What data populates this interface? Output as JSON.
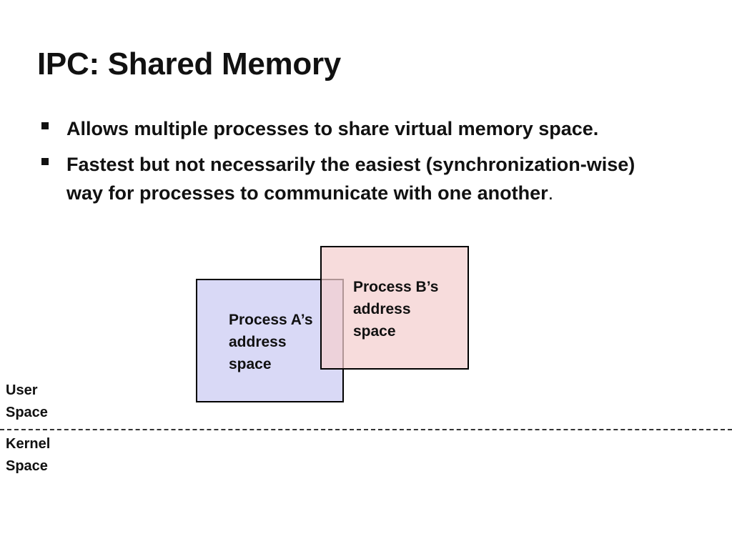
{
  "slide": {
    "title": "IPC: Shared Memory",
    "bullets": [
      {
        "text": "Allows multiple processes to share virtual memory space.",
        "suffix": ""
      },
      {
        "text": "Fastest but not necessarily the easiest (synchronization-wise) way for processes to communicate with one another",
        "suffix": "."
      }
    ]
  },
  "diagram": {
    "process_a_label": "Process A’s\naddress\nspace",
    "process_b_label": "Process B’s\naddress\nspace",
    "user_space_label": "User\nSpace",
    "kernel_space_label": "Kernel\nSpace"
  },
  "colors": {
    "process_a_fill": "#d9d9f6",
    "process_b_fill": "#f4cece",
    "divider": "#333333"
  }
}
